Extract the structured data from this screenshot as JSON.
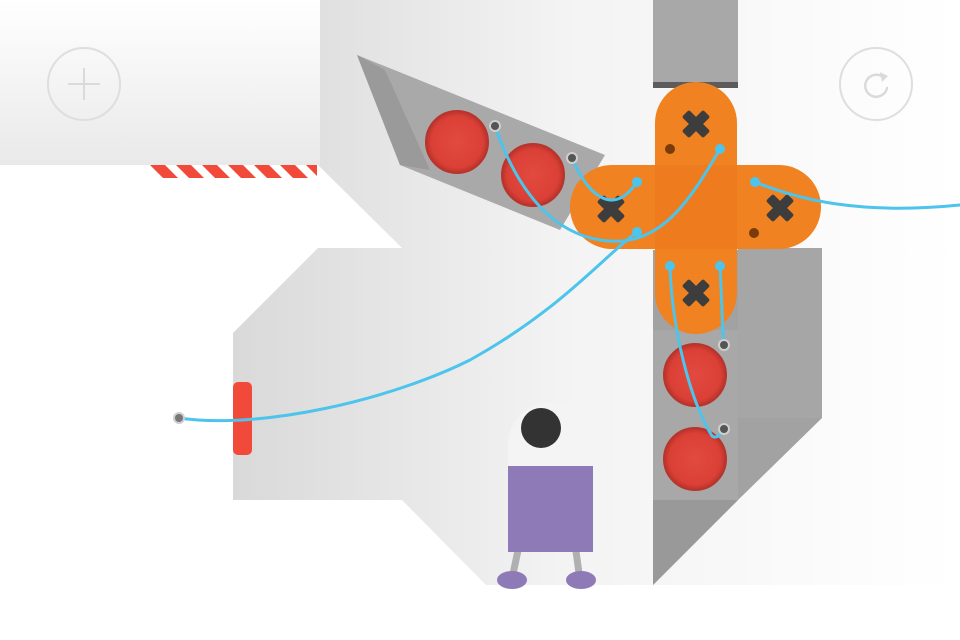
{
  "game": {
    "colors": {
      "background": "#ffffff",
      "wall_light": "#f2f2f2",
      "wall_mid": "#e6e6e6",
      "metal": "#a9a9a9",
      "metal_dark": "#8e8e8e",
      "hub_orange": "#f08222",
      "button_red": "#e0443a",
      "cable_blue": "#4cc4ec",
      "hazard_red": "#f24a3a",
      "robot_purple": "#8f7ab8",
      "robot_head": "#f4f4f4",
      "robot_eye": "#333333",
      "button_outline": "#dedede"
    },
    "hud": {
      "left_button_icon": "plus-icon",
      "right_button_icon": "restart-icon"
    },
    "level_objects": {
      "robot": "robot",
      "hub": "orange-cross-hub",
      "hub_sockets": 4,
      "red_buttons": 4,
      "cables": 6,
      "hazard_strip": "red-white-hazard-strip",
      "door": "red-door-panel"
    }
  }
}
